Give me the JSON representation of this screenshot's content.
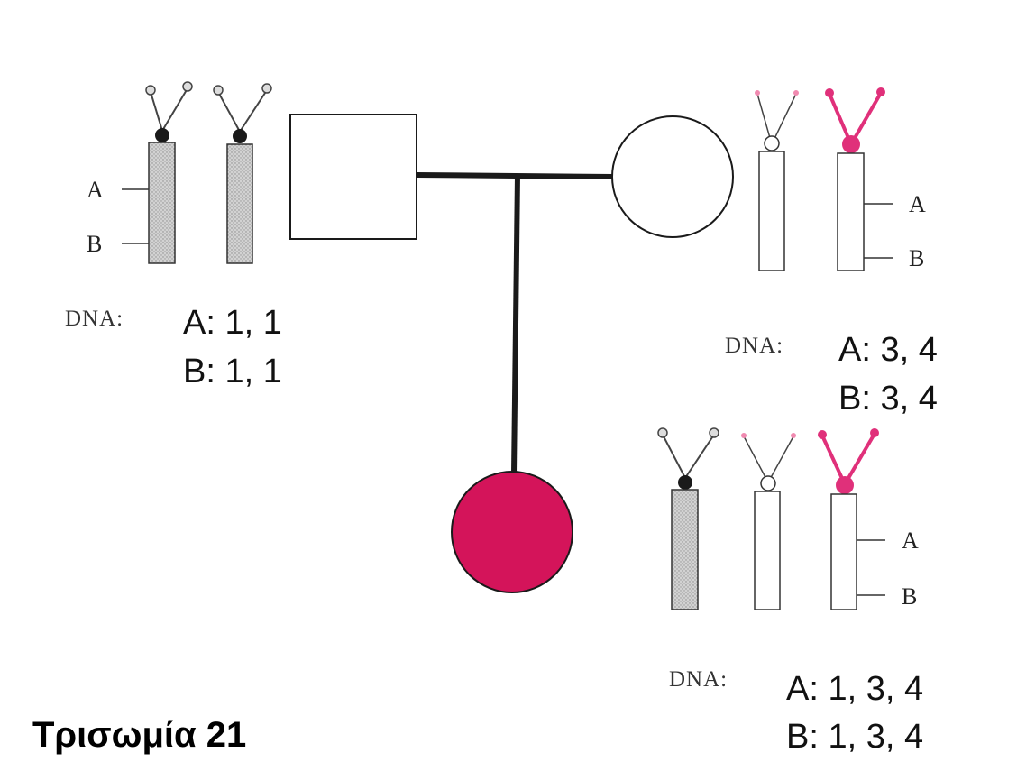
{
  "title": "Τρισωμία 21",
  "colors": {
    "affected_fill": "#d4145a",
    "maternal_chromosome": "#e0307a",
    "paternal_chromosome_fill": "#c8c8c8",
    "line": "#1a1a1a"
  },
  "father": {
    "dna_label": "DNA:",
    "genotype": {
      "A": "A: 1, 1",
      "B": "B: 1, 1"
    },
    "loci": [
      "A",
      "B"
    ]
  },
  "mother": {
    "dna_label": "DNA:",
    "genotype": {
      "A": "A: 3, 4",
      "B": "B: 3, 4"
    },
    "loci": [
      "A",
      "B"
    ]
  },
  "child": {
    "dna_label": "DNA:",
    "genotype": {
      "A": "A: 1, 3, 4",
      "B": "B: 1, 3, 4"
    },
    "loci": [
      "A",
      "B"
    ]
  }
}
